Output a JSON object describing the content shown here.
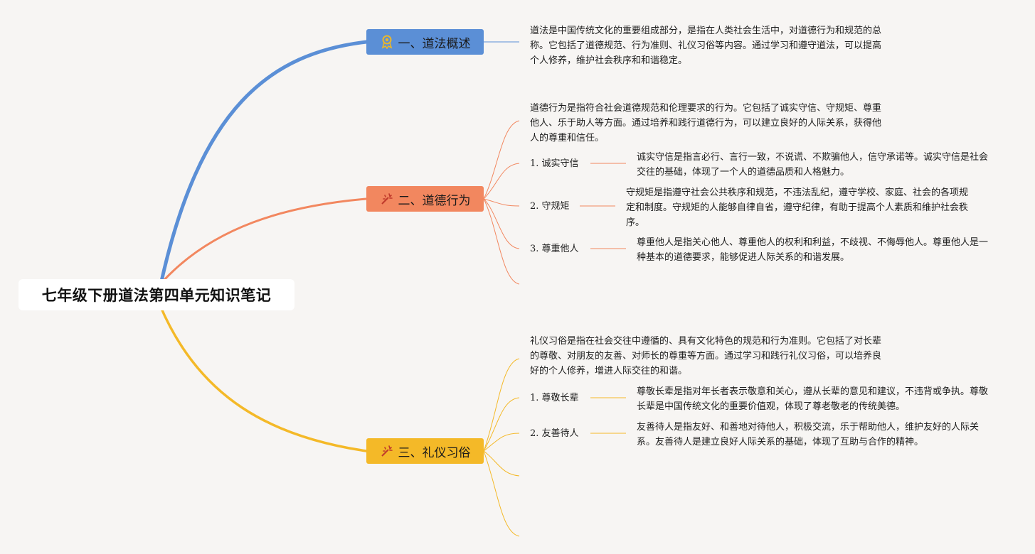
{
  "root": {
    "title": "七年级下册道法第四单元知识笔记"
  },
  "colors": {
    "blue": "#5b8fd6",
    "orange": "#f2875f",
    "yellow": "#f4b928",
    "bg": "#f7f5f3"
  },
  "topics": [
    {
      "icon": "ribbon-award-icon",
      "label": "一、道法概述",
      "desc": "道法是中国传统文化的重要组成部分，是指在人类社会生活中，对道德行为和规范的总称。它包括了道德规范、行为准则、礼仪习俗等内容。通过学习和遵守道法，可以提高个人修养，维护社会秩序和和谐稳定。"
    },
    {
      "icon": "sparkle-icon",
      "label": "二、道德行为",
      "desc": "道德行为是指符合社会道德规范和伦理要求的行为。它包括了诚实守信、守规矩、尊重他人、乐于助人等方面。通过培养和践行道德行为，可以建立良好的人际关系，获得他人的尊重和信任。",
      "items": [
        {
          "label": "1. 诚实守信",
          "desc": "诚实守信是指言必行、言行一致，不说谎、不欺骗他人，信守承诺等。诚实守信是社会交往的基础，体现了一个人的道德品质和人格魅力。"
        },
        {
          "label": "2. 守规矩",
          "desc": "守规矩是指遵守社会公共秩序和规范，不违法乱纪，遵守学校、家庭、社会的各项规定和制度。守规矩的人能够自律自省，遵守纪律，有助于提高个人素质和维护社会秩序。"
        },
        {
          "label": "3. 尊重他人",
          "desc": "尊重他人是指关心他人、尊重他人的权利和利益，不歧视、不侮辱他人。尊重他人是一种基本的道德要求，能够促进人际关系的和谐发展。"
        }
      ]
    },
    {
      "icon": "sparkle-icon",
      "label": "三、礼仪习俗",
      "desc": "礼仪习俗是指在社会交往中遵循的、具有文化特色的规范和行为准则。它包括了对长辈的尊敬、对朋友的友善、对师长的尊重等方面。通过学习和践行礼仪习俗，可以培养良好的个人修养，增进人际交往的和谐。",
      "items": [
        {
          "label": "1. 尊敬长辈",
          "desc": "尊敬长辈是指对年长者表示敬意和关心，遵从长辈的意见和建议，不违背或争执。尊敬长辈是中国传统文化的重要价值观，体现了尊老敬老的传统美德。"
        },
        {
          "label": "2. 友善待人",
          "desc": "友善待人是指友好、和善地对待他人，积极交流，乐于帮助他人，维护友好的人际关系。友善待人是建立良好人际关系的基础，体现了互助与合作的精神。"
        }
      ]
    }
  ]
}
